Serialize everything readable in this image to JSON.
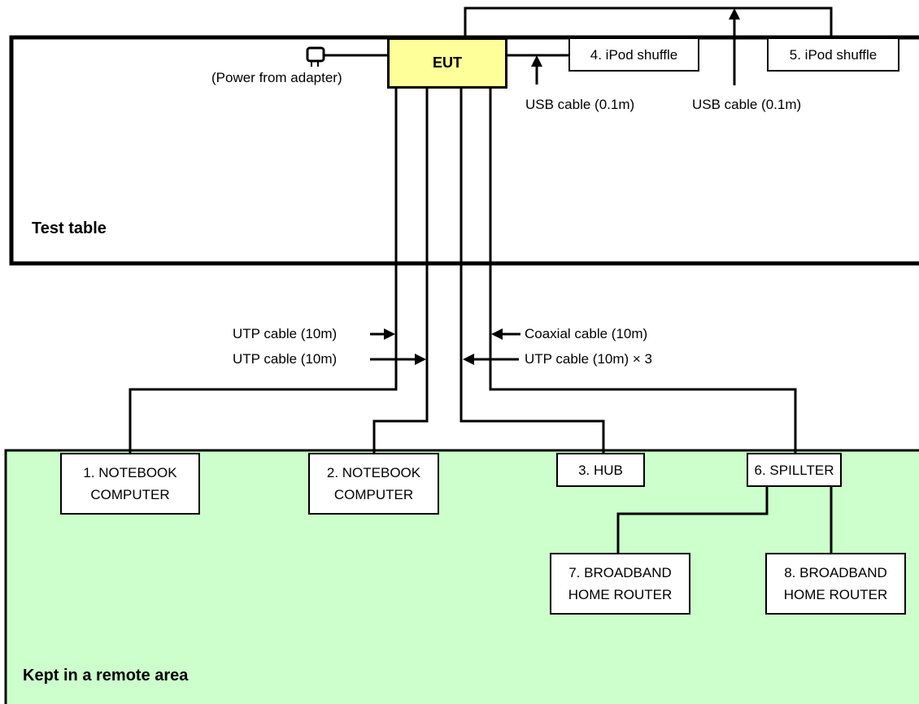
{
  "regions": {
    "test_table": "Test table",
    "remote_area": "Kept in a remote area"
  },
  "devices": {
    "eut": "EUT",
    "d1": "1. NOTEBOOK\nCOMPUTER",
    "d2": "2. NOTEBOOK\nCOMPUTER",
    "d3": "3. HUB",
    "d4": "4. iPod shuffle",
    "d5": "5. iPod shuffle",
    "d6": "6. SPILLTER",
    "d7": "7. BROADBAND\nHOME ROUTER",
    "d8": "8. BROADBAND\nHOME ROUTER"
  },
  "cables": {
    "power": "(Power from adapter)",
    "usb_1": "USB cable (0.1m)",
    "usb_2": "USB cable (0.1m)",
    "utp_1": "UTP cable (10m)",
    "utp_2": "UTP cable (10m)",
    "coax": "Coaxial cable (10m)",
    "utp_3": "UTP cable (10m) × 3"
  },
  "colors": {
    "remote_area_fill": "#ccffcc",
    "eut_fill": "#ffff99",
    "line": "#000000"
  },
  "icons": {
    "power": "power-plug-icon"
  }
}
